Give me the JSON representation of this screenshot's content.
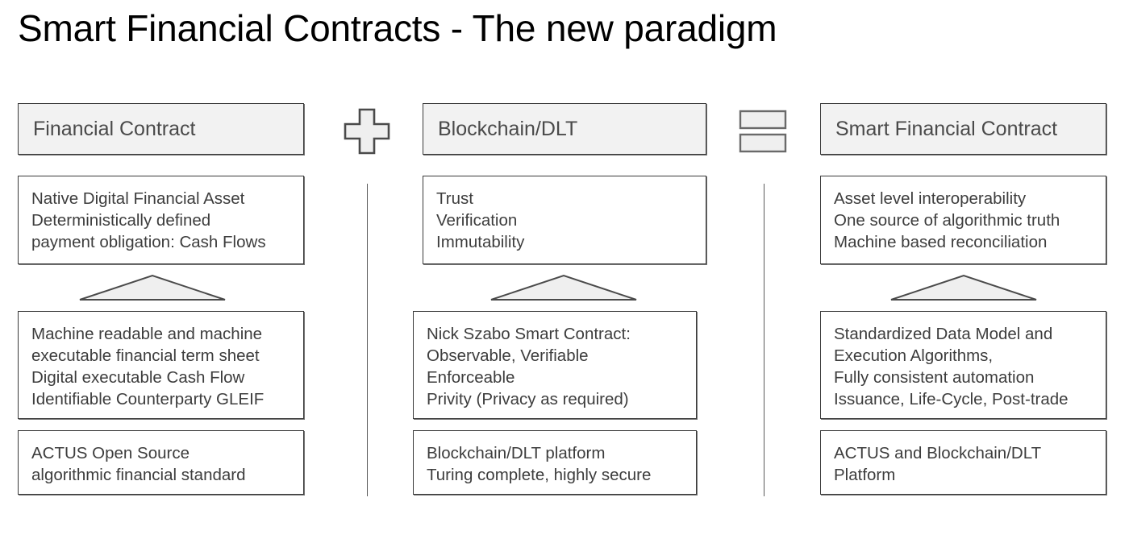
{
  "title": "Smart Financial Contracts - The new paradigm",
  "operators": {
    "plus": "plus-icon",
    "equals": "equals-icon"
  },
  "columns": [
    {
      "id": "financial-contract",
      "header": "Financial Contract",
      "box1": [
        "Native Digital Financial Asset",
        "Deterministically defined",
        "payment obligation: Cash Flows"
      ],
      "box2": [
        "Machine readable and machine",
        "executable financial term sheet",
        "Digital executable Cash Flow",
        "Identifiable Counterparty GLEIF"
      ],
      "box3": [
        "ACTUS Open Source",
        "algorithmic financial standard"
      ]
    },
    {
      "id": "blockchain-dlt",
      "header": "Blockchain/DLT",
      "box1": [
        "Trust",
        "Verification",
        "Immutability"
      ],
      "box2": [
        "Nick Szabo Smart Contract:",
        "Observable, Verifiable",
        "Enforceable",
        "Privity (Privacy as required)"
      ],
      "box3": [
        "Blockchain/DLT platform",
        "Turing complete, highly secure"
      ]
    },
    {
      "id": "smart-financial-contract",
      "header": "Smart Financial Contract",
      "box1": [
        "Asset level interoperability",
        "One source of algorithmic truth",
        "Machine based reconciliation"
      ],
      "box2": [
        "Standardized Data Model and",
        "Execution Algorithms,",
        "Fully consistent automation",
        "Issuance, Life-Cycle, Post-trade"
      ],
      "box3": [
        "ACTUS and Blockchain/DLT",
        "Platform"
      ]
    }
  ],
  "colors": {
    "background": "#ffffff",
    "header_fill": "#f2f2f2",
    "box_border": "#3a3a3a",
    "text": "#3d3d3d",
    "header_text": "#4a4a4a",
    "title_text": "#000000",
    "triangle_fill": "#efefef",
    "divider": "#5a5a5a"
  }
}
